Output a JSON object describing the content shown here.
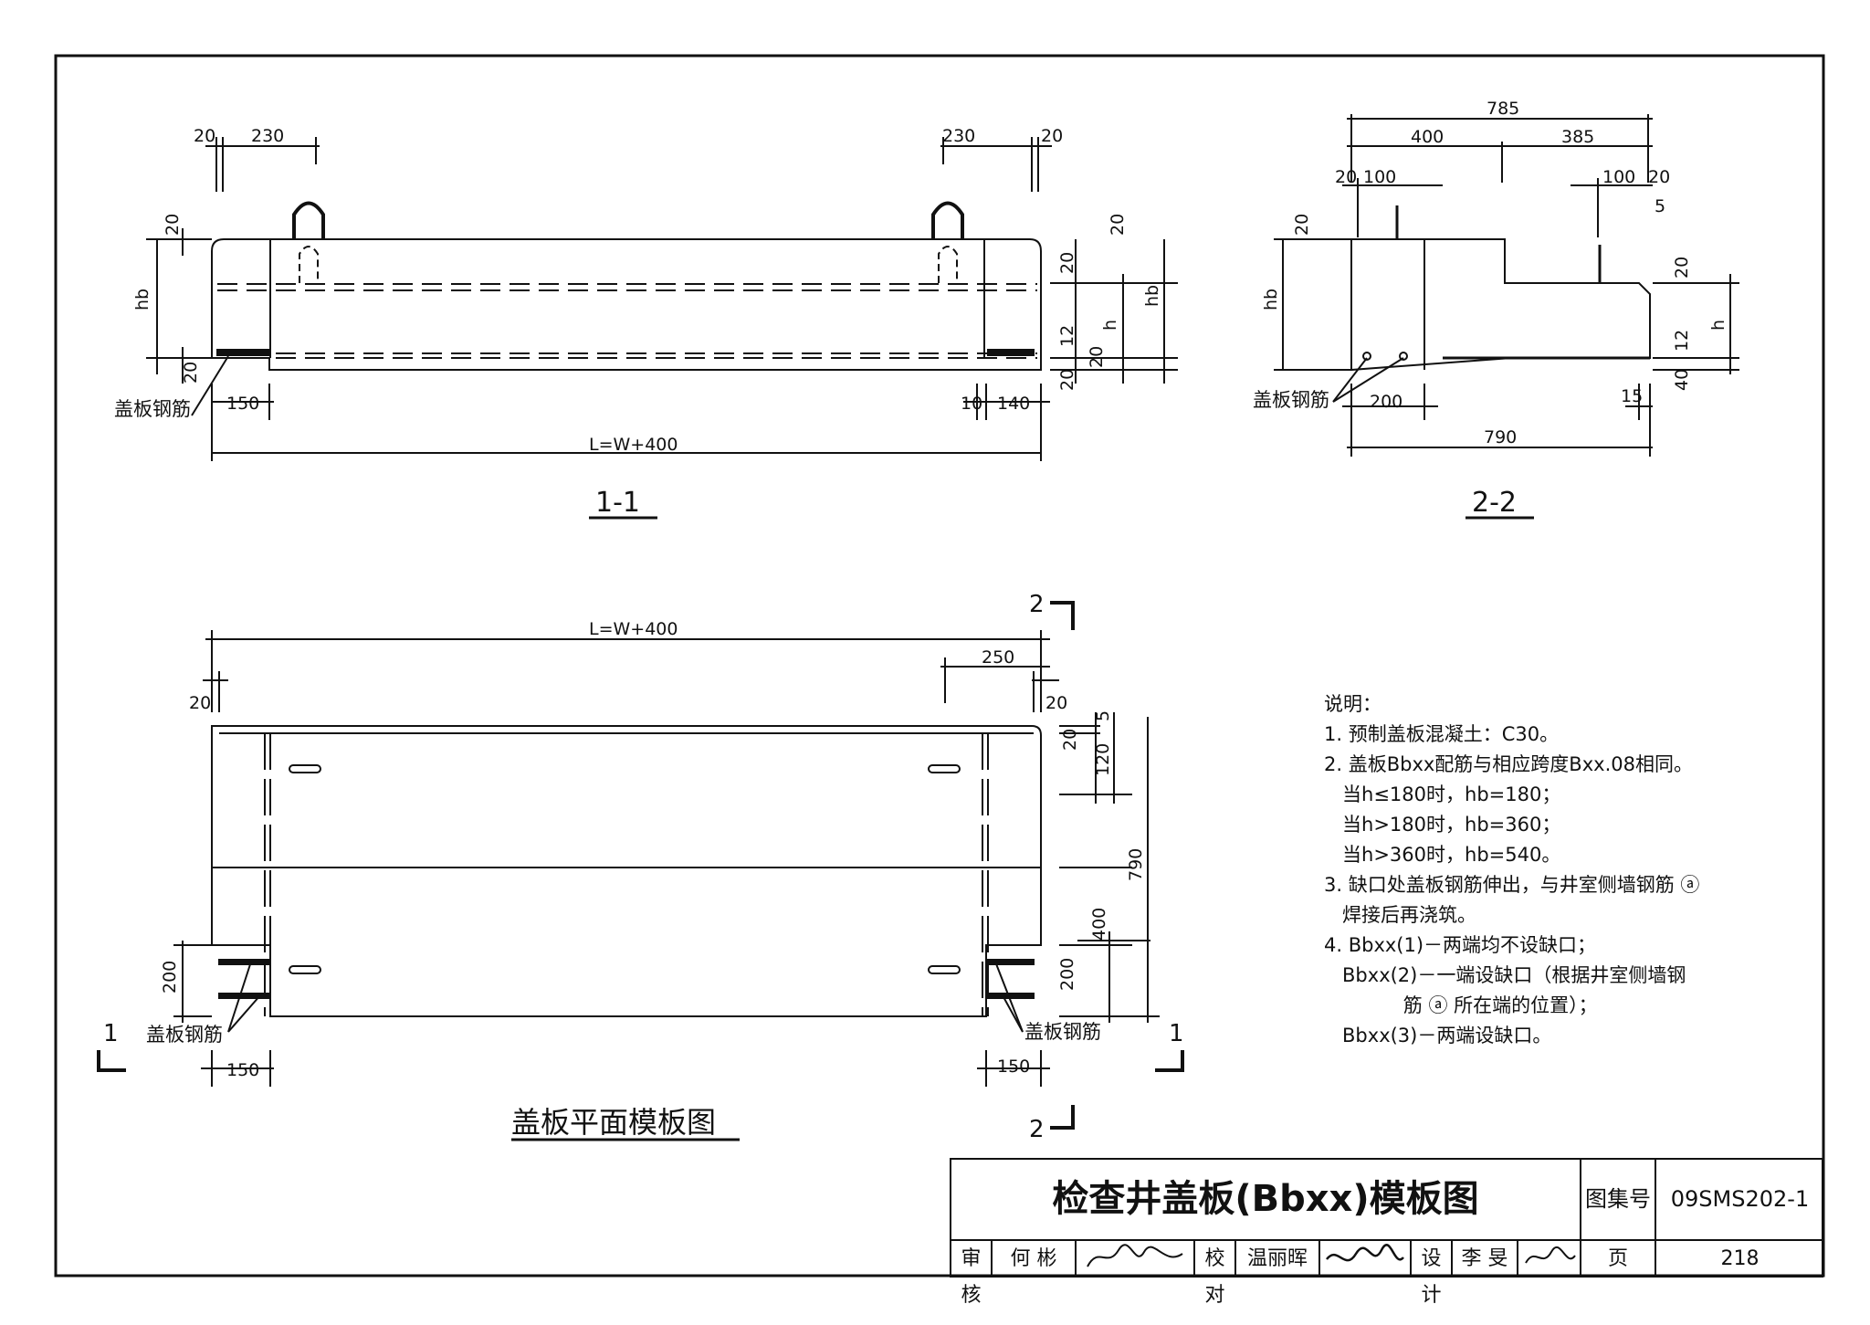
{
  "drawing": {
    "section_1_1": {
      "label": "1-1",
      "dims": {
        "top_left_20": "20",
        "top_left_230": "230",
        "top_right_230": "230",
        "top_right_20": "20",
        "left_20": "20",
        "left_hb": "hb",
        "left_20b": "20",
        "right_20a": "20",
        "right_20b": "20",
        "right_h": "h",
        "right_hb": "hb",
        "right_12": "12",
        "right_20c": "20",
        "right_20d": "20",
        "bottom_150": "150",
        "bottom_10": "10",
        "bottom_140": "140",
        "length": "L=W+400"
      },
      "callout": "盖板钢筋"
    },
    "section_2_2": {
      "label": "2-2",
      "dims": {
        "top_785": "785",
        "top_400": "400",
        "top_385": "385",
        "top_20a": "20",
        "top_100a": "100",
        "top_100b": "100",
        "top_20b": "20",
        "top_5": "5",
        "left_20": "20",
        "left_hb": "hb",
        "right_20": "20",
        "right_h": "h",
        "right_12": "12",
        "right_40": "40",
        "bottom_200": "200",
        "bottom_15": "15",
        "bottom_790": "790"
      },
      "callout": "盖板钢筋"
    },
    "plan": {
      "label": "盖板平面模板图",
      "dims": {
        "length": "L=W+400",
        "top_250": "250",
        "top_20a": "20",
        "top_20b": "20",
        "right_20": "20",
        "right_5": "5",
        "right_120": "120",
        "right_790": "790",
        "right_400": "400",
        "right_200": "200",
        "left_200": "200",
        "bottom_150a": "150",
        "bottom_150b": "150"
      },
      "callout_left": "盖板钢筋",
      "callout_right": "盖板钢筋",
      "cut_2_top": "2",
      "cut_2_bottom": "2",
      "cut_1_left": "1",
      "cut_1_right": "1"
    }
  },
  "notes": {
    "heading": "说明：",
    "lines": [
      "1. 预制盖板混凝土：C30。",
      "2. 盖板Bbxx配筋与相应跨度Bxx.08相同。",
      "   当h≤180时，hb=180；",
      "   当h>180时，hb=360；",
      "   当h>360时，hb=540。",
      "3. 缺口处盖板钢筋伸出，与井室侧墙钢筋 ⓐ",
      "   焊接后再浇筑。",
      "4. Bbxx(1)－两端均不设缺口；",
      "   Bbxx(2)－一端设缺口（根据井室侧墙钢",
      "             筋 ⓐ 所在端的位置）；",
      "   Bbxx(3)－两端设缺口。"
    ]
  },
  "titleblock": {
    "title": "检查井盖板(Bbxx)模板图",
    "atlas_label": "图集号",
    "atlas_no": "09SMS202-1",
    "page_label": "页",
    "page_no": "218",
    "review_label": "审核",
    "reviewer": "何 彬",
    "check_label": "校对",
    "checker": "温丽晖",
    "design_label": "设计",
    "designer": "李 旻"
  }
}
